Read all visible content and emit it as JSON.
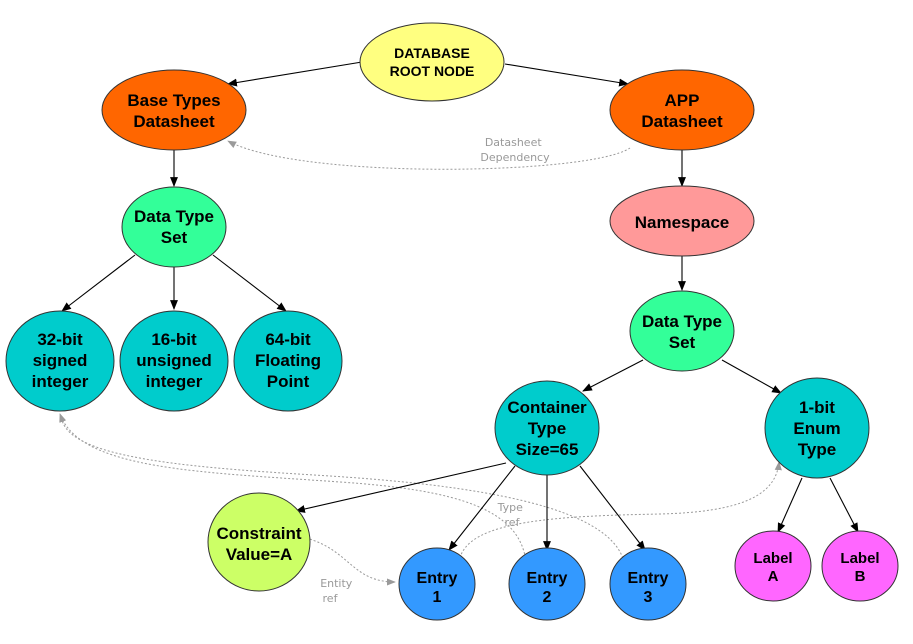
{
  "nodes": {
    "root": {
      "lines": [
        "DATABASE",
        "ROOT NODE"
      ],
      "color": "#ffff80"
    },
    "base_datasheet": {
      "lines": [
        "Base Types",
        "Datasheet"
      ],
      "color": "#ff6600"
    },
    "app_datasheet": {
      "lines": [
        "APP",
        "Datasheet"
      ],
      "color": "#ff6600"
    },
    "base_dts": {
      "lines": [
        "Data Type",
        "Set"
      ],
      "color": "#33ff99"
    },
    "namespace": {
      "lines": [
        "Namespace"
      ],
      "color": "#ff9999"
    },
    "int32": {
      "lines": [
        "32-bit",
        "signed",
        "integer"
      ],
      "color": "#00cccc"
    },
    "uint16": {
      "lines": [
        "16-bit",
        "unsigned",
        "integer"
      ],
      "color": "#00cccc"
    },
    "float64": {
      "lines": [
        "64-bit",
        "Floating",
        "Point"
      ],
      "color": "#00cccc"
    },
    "app_dts": {
      "lines": [
        "Data Type",
        "Set"
      ],
      "color": "#33ff99"
    },
    "container": {
      "lines": [
        "Container",
        "Type",
        "Size=65"
      ],
      "color": "#00cccc"
    },
    "enum": {
      "lines": [
        "1-bit",
        "Enum",
        "Type"
      ],
      "color": "#00cccc"
    },
    "constraint": {
      "lines": [
        "Constraint",
        "Value=A"
      ],
      "color": "#ccff66"
    },
    "entry1": {
      "lines": [
        "Entry",
        "1"
      ],
      "color": "#3399ff"
    },
    "entry2": {
      "lines": [
        "Entry",
        "2"
      ],
      "color": "#3399ff"
    },
    "entry3": {
      "lines": [
        "Entry",
        "3"
      ],
      "color": "#3399ff"
    },
    "labelA": {
      "lines": [
        "Label",
        "A"
      ],
      "color": "#ff66ff"
    },
    "labelB": {
      "lines": [
        "Label",
        "B"
      ],
      "color": "#ff66ff"
    }
  },
  "notes": {
    "datasheet_dependency": [
      "Datasheet",
      "Dependency"
    ],
    "type_ref": [
      "Type",
      "ref"
    ],
    "entity_ref": [
      "Entity",
      "ref"
    ]
  },
  "edges": [
    [
      "root",
      "base_datasheet"
    ],
    [
      "root",
      "app_datasheet"
    ],
    [
      "base_datasheet",
      "base_dts"
    ],
    [
      "app_datasheet",
      "namespace"
    ],
    [
      "base_dts",
      "int32"
    ],
    [
      "base_dts",
      "uint16"
    ],
    [
      "base_dts",
      "float64"
    ],
    [
      "namespace",
      "app_dts"
    ],
    [
      "app_dts",
      "container"
    ],
    [
      "app_dts",
      "enum"
    ],
    [
      "container",
      "constraint"
    ],
    [
      "container",
      "entry1"
    ],
    [
      "container",
      "entry2"
    ],
    [
      "container",
      "entry3"
    ],
    [
      "enum",
      "labelA"
    ],
    [
      "enum",
      "labelB"
    ]
  ],
  "dependencies": [
    [
      "app_datasheet",
      "base_datasheet"
    ],
    [
      "entry2",
      "int32"
    ],
    [
      "entry3",
      "int32"
    ],
    [
      "entry1",
      "enum"
    ],
    [
      "constraint",
      "entry1"
    ]
  ]
}
